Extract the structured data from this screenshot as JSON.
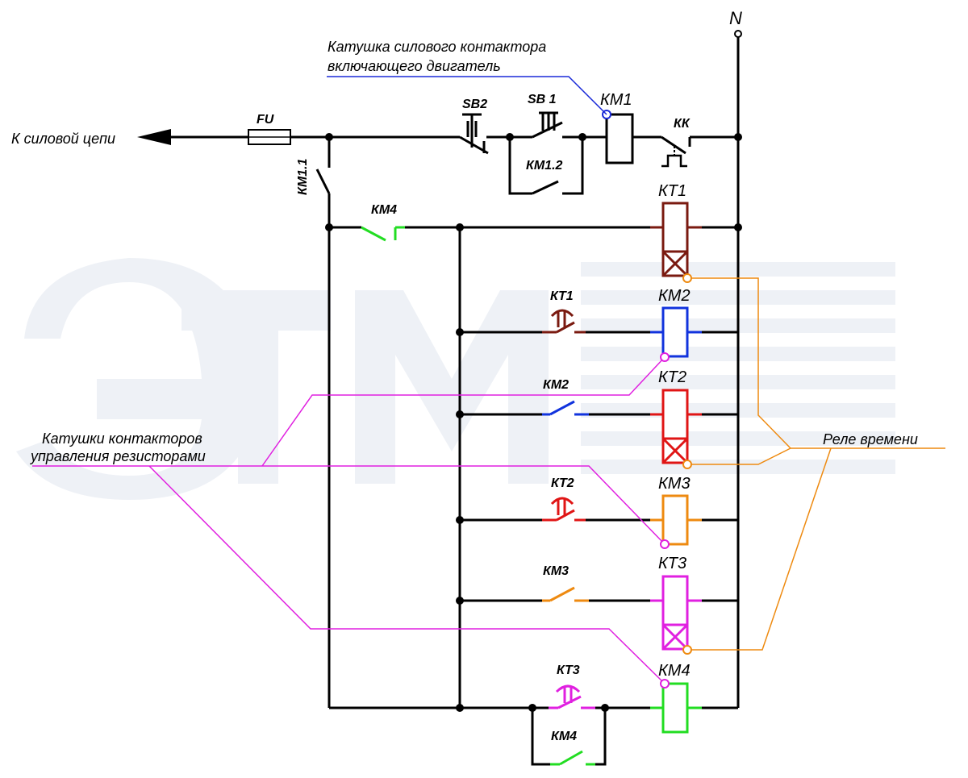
{
  "labels": {
    "power_circuit": "К силовой цепи",
    "neutral": "N",
    "fuse": "FU",
    "sb2": "SB2",
    "sb1": "SB 1",
    "km1_coil": "КМ1",
    "kk": "КК",
    "km1_2": "КМ1.2",
    "km1_1": "КМ1.1",
    "km4_contact": "КМ4",
    "kt1_coil": "КТ1",
    "kt1_contact": "КТ1",
    "km2_coil": "КМ2",
    "km2_contact": "КМ2",
    "kt2_coil": "КТ2",
    "kt2_contact": "КТ2",
    "km3_coil": "КМ3",
    "km3_contact": "КМ3",
    "kt3_coil": "КТ3",
    "kt3_contact": "КТ3",
    "km4_coil": "КМ4",
    "km4_hold_contact": "КМ4"
  },
  "annotations": {
    "power_contactor_line1": "Катушка силового контактора",
    "power_contactor_line2": "включающего двигатель",
    "resistor_coils_line1": "Катушки контакторов",
    "resistor_coils_line2": "управления резисторами",
    "time_relay": "Реле времени"
  },
  "colors": {
    "km4": "#22dd22",
    "kt1": "#7a1a10",
    "km2": "#1133dd",
    "kt2": "#e01515",
    "km3": "#ee8a10",
    "kt3": "#e020e0",
    "callout_blue": "#1a2ad8",
    "callout_pink": "#e020e0",
    "callout_orange": "#ee8a10",
    "watermark": "#eef1f6"
  }
}
